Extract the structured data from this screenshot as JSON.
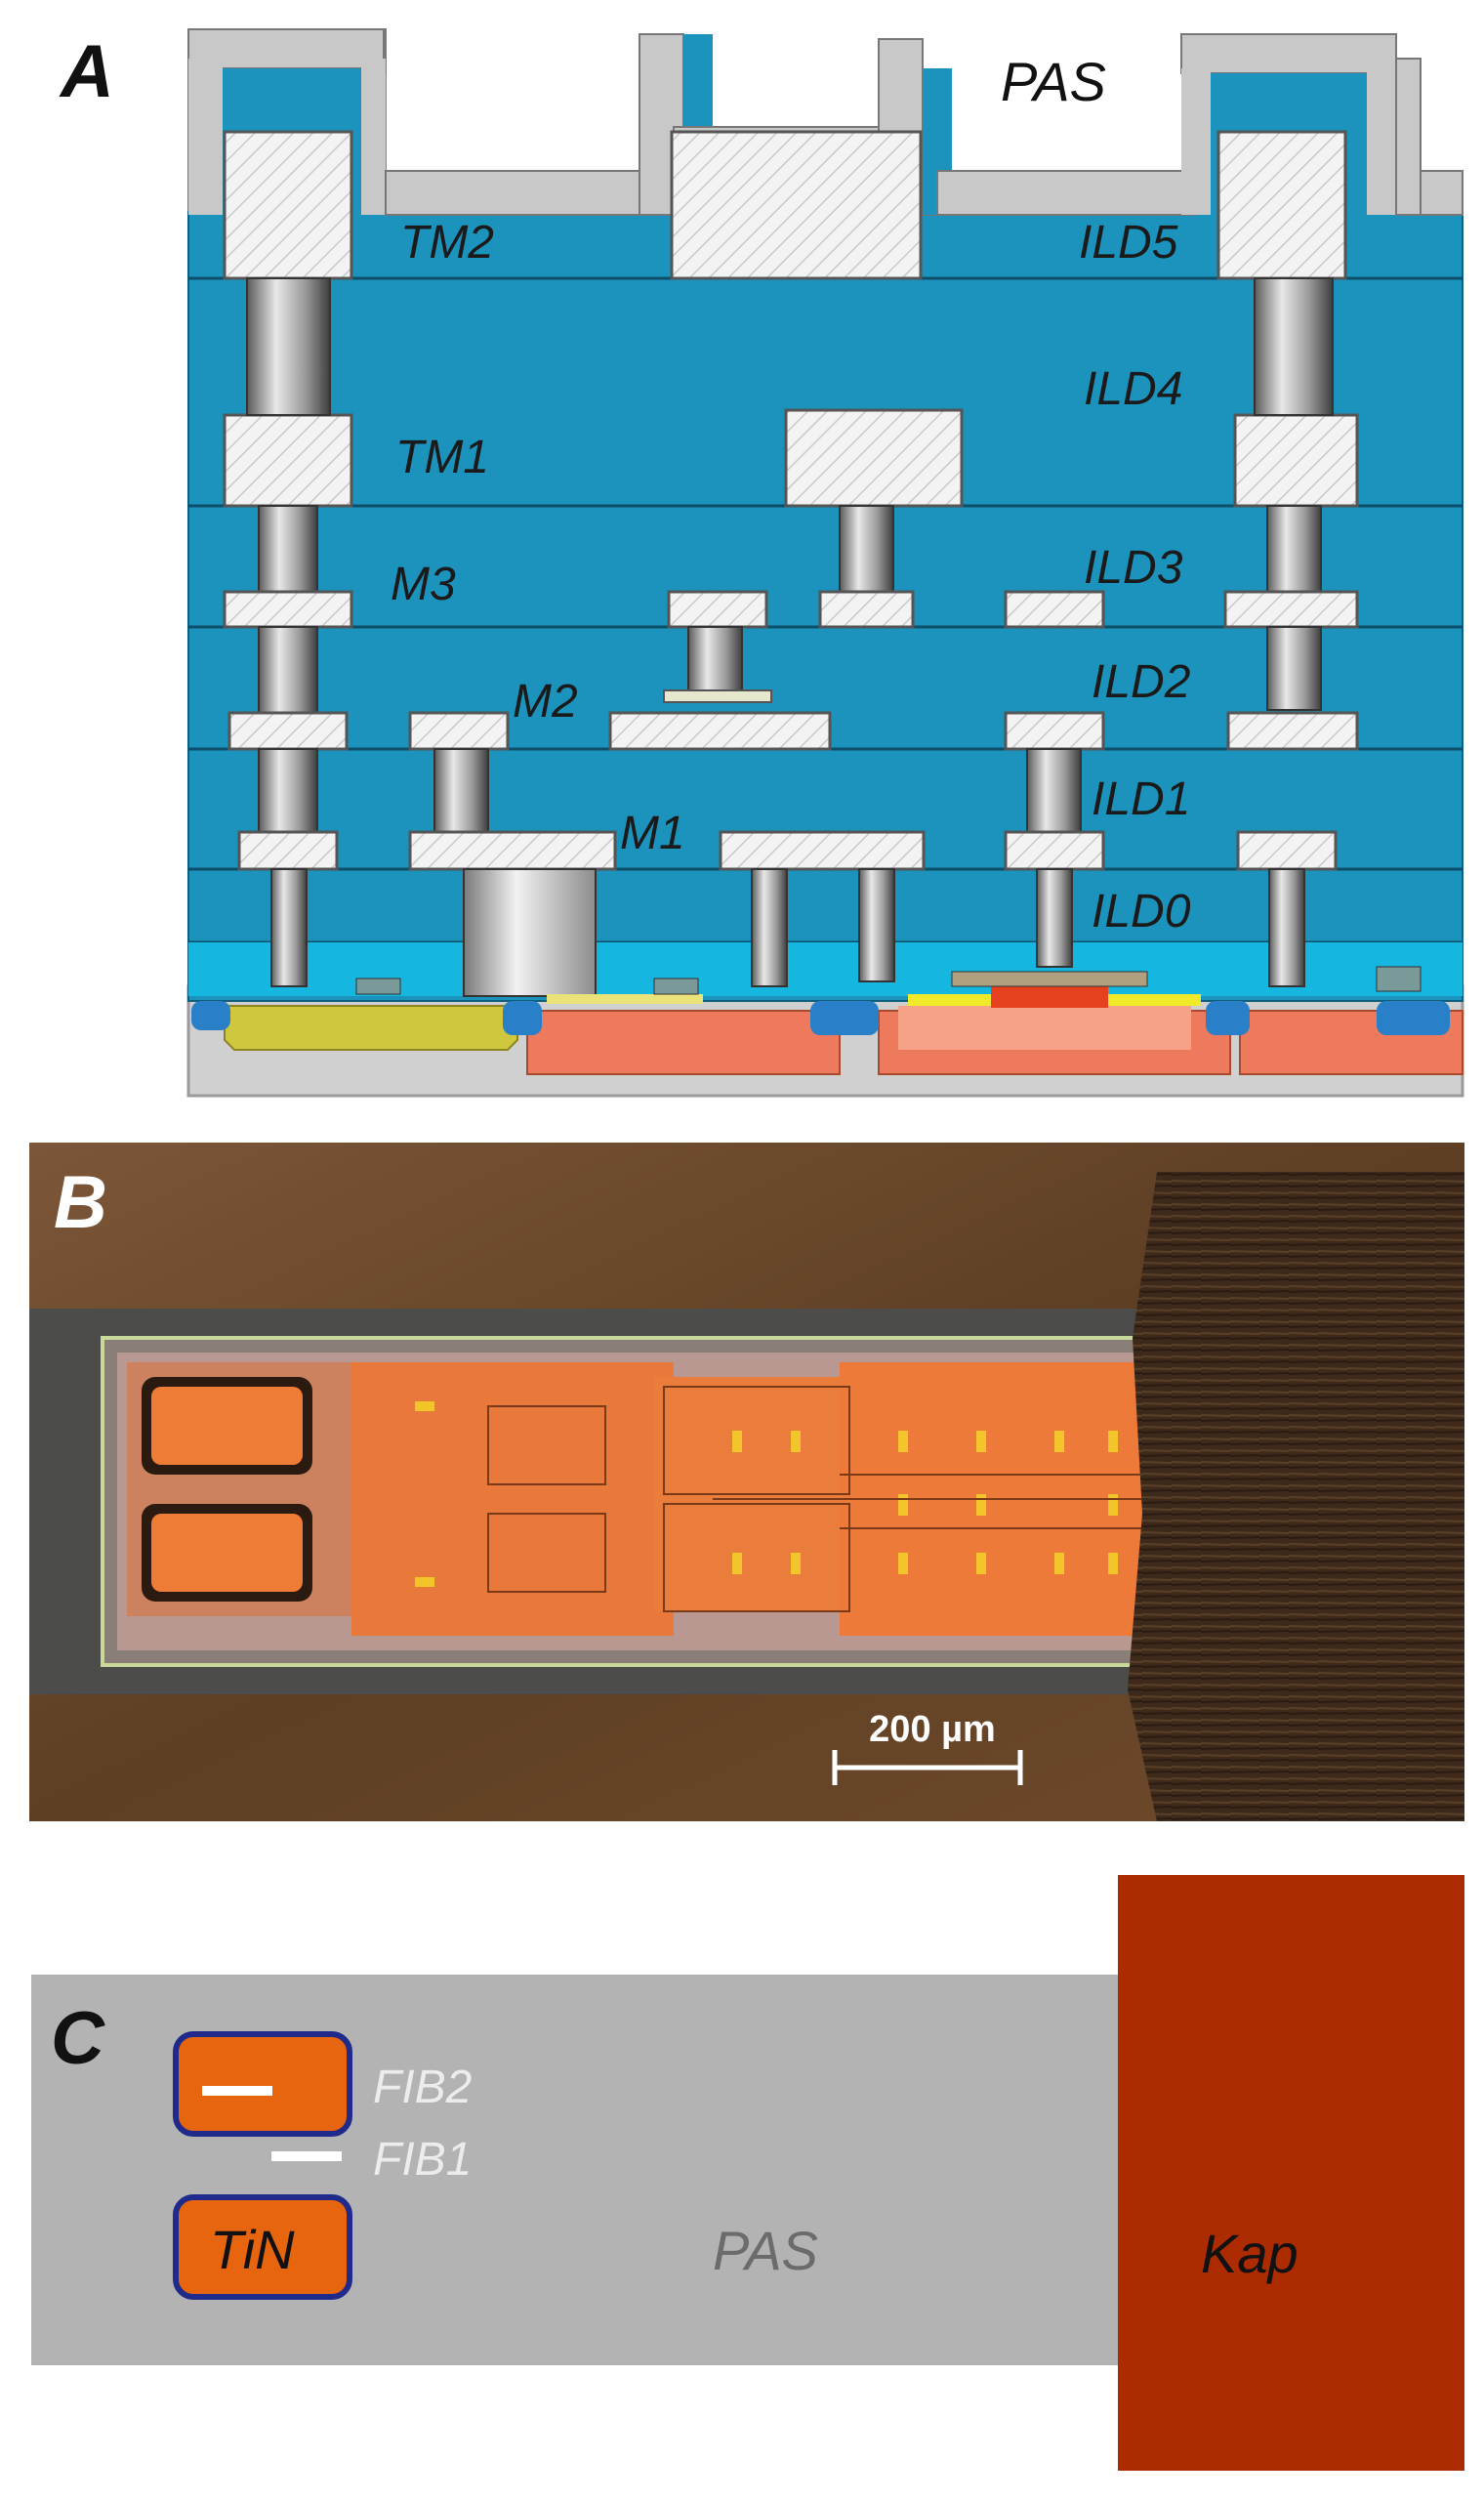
{
  "panel_a": {
    "letter": "A",
    "labels": {
      "pas": "PAS",
      "tm2": "TM2",
      "ild5": "ILD5",
      "ild4": "ILD4",
      "tm1": "TM1",
      "m3": "M3",
      "ild3": "ILD3",
      "m2": "M2",
      "ild2": "ILD2",
      "m1": "M1",
      "ild1": "ILD1",
      "ild0": "ILD0"
    },
    "colors": {
      "dielectric": "#1b93bd",
      "passivation": "#c8c8c8",
      "metal": "#f1f1f1",
      "substrate": "#d0d0d0",
      "n_well": "#ee7a5e",
      "p_well": "#cfc83e",
      "sti": "#2a7fc9"
    }
  },
  "panel_b": {
    "letter": "B",
    "scale_bar_label": "200 µm",
    "colors": {
      "background": "#6b4a2c",
      "chip": "#e97b3b",
      "kapton": "#3b281a",
      "passivation": "#4c4c4a"
    }
  },
  "panel_c": {
    "letter": "C",
    "labels": {
      "fib2": "FIB2",
      "fib1": "FIB1",
      "tin": "TiN",
      "pas": "PAS",
      "kap": "Kap"
    },
    "colors": {
      "pas": "#b3b3b3",
      "kap": "#ad2b00",
      "tin": "#e8650f",
      "tin_border": "#1f2a8a",
      "fib_marker": "#ffffff"
    }
  }
}
